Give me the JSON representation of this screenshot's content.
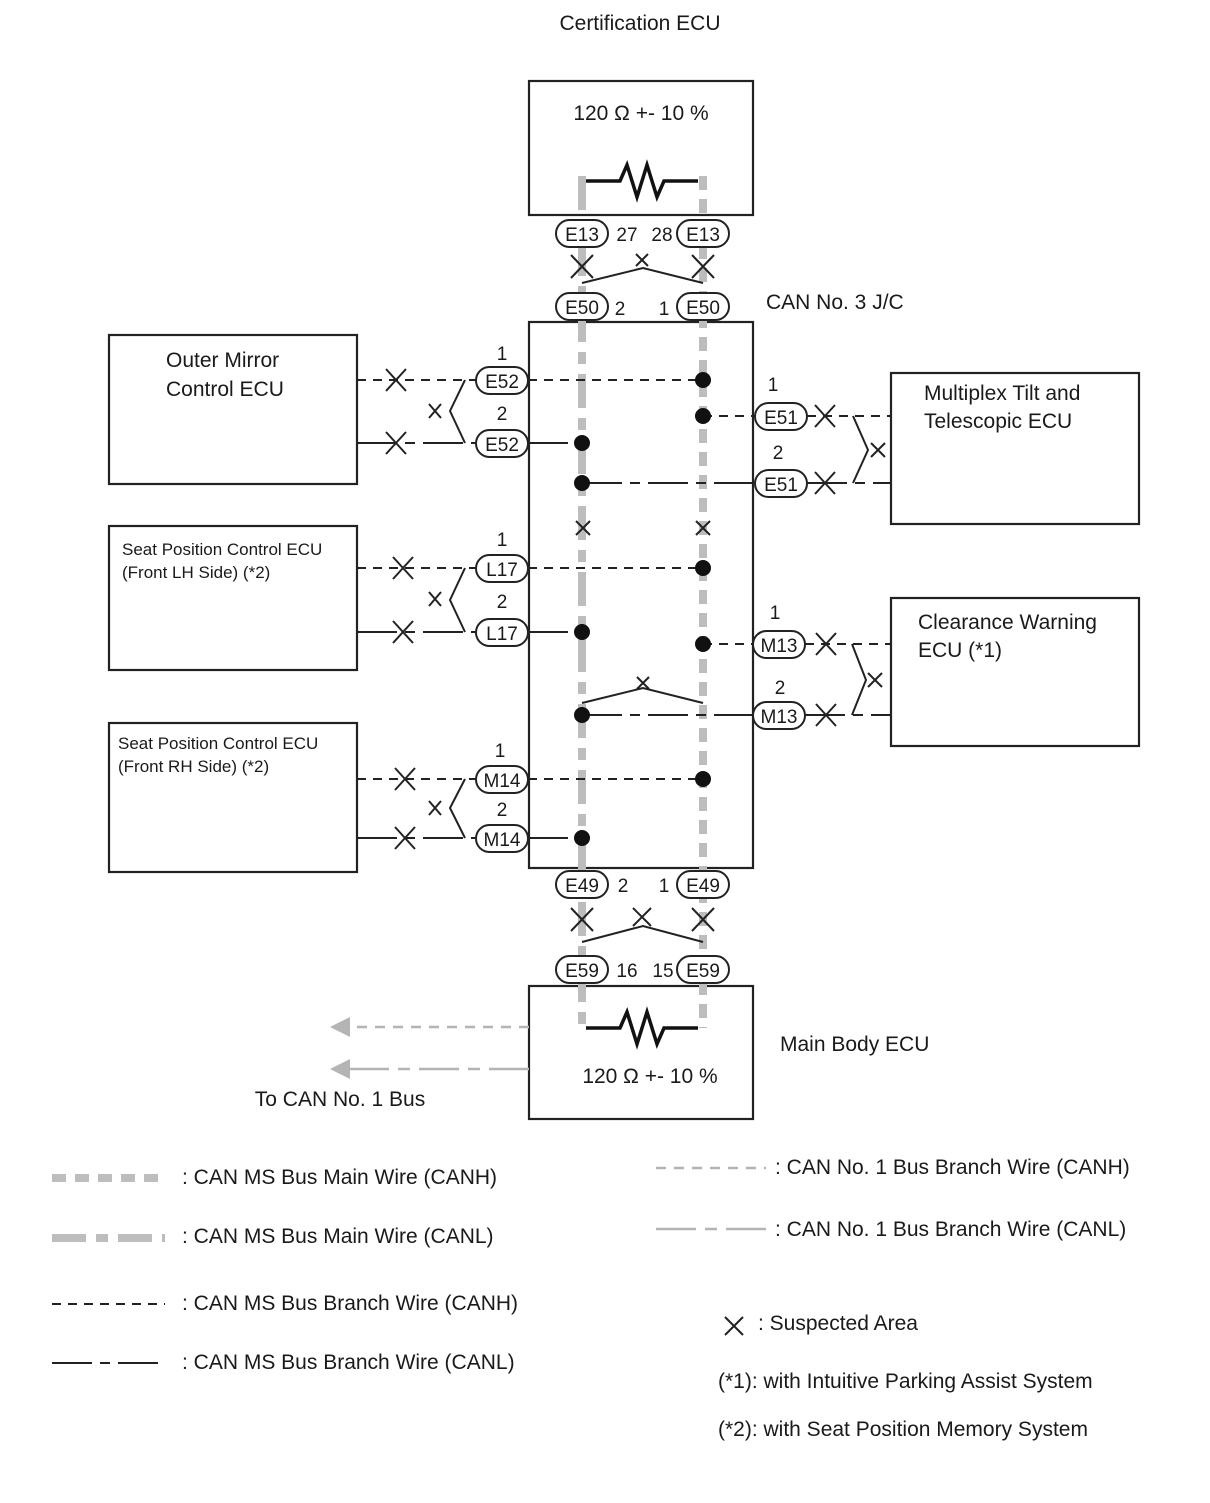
{
  "diagram": {
    "certification_ecu": {
      "title": "Certification ECU",
      "resistance": "120 Ω +- 10 %",
      "conn_left": "E13",
      "conn_right": "E13",
      "pin_left": "27",
      "pin_right": "28"
    },
    "junction": {
      "title": "CAN No. 3 J/C",
      "top_conn_left": "E50",
      "top_conn_right": "E50",
      "top_pin_left": "2",
      "top_pin_right": "1",
      "bottom_conn_left": "E49",
      "bottom_conn_right": "E49",
      "bottom_pin_left": "2",
      "bottom_pin_right": "1"
    },
    "main_body_ecu": {
      "title": "Main Body ECU",
      "resistance": "120 Ω +- 10 %",
      "conn_left": "E59",
      "conn_right": "E59",
      "pin_left": "16",
      "pin_right": "15",
      "to_bus": "To CAN No. 1 Bus"
    },
    "outer_mirror": {
      "line1": "Outer Mirror",
      "line2": "Control ECU",
      "conn_h": "E52",
      "conn_l": "E52",
      "pin_h": "1",
      "pin_l": "2"
    },
    "seat_lh": {
      "line1": "Seat Position Control ECU",
      "line2": "(Front LH Side) (*2)",
      "conn_h": "L17",
      "conn_l": "L17",
      "pin_h": "1",
      "pin_l": "2"
    },
    "seat_rh": {
      "line1": "Seat Position Control ECU",
      "line2": "(Front RH Side) (*2)",
      "conn_h": "M14",
      "conn_l": "M14",
      "pin_h": "1",
      "pin_l": "2"
    },
    "multiplex_tilt": {
      "line1": "Multiplex Tilt and",
      "line2": "Telescopic ECU",
      "conn_h": "E51",
      "conn_l": "E51",
      "pin_h": "1",
      "pin_l": "2"
    },
    "clearance_warning": {
      "line1": "Clearance Warning",
      "line2": "ECU (*1)",
      "conn_h": "M13",
      "conn_l": "M13",
      "pin_h": "1",
      "pin_l": "2"
    }
  },
  "legend": {
    "main_canh": ": CAN MS Bus Main Wire (CANH)",
    "main_canl": ": CAN MS Bus Main Wire (CANL)",
    "branch_canh": ": CAN MS Bus Branch Wire (CANH)",
    "branch_canl": ": CAN MS Bus Branch Wire (CANL)",
    "bus1_canh": ": CAN No. 1 Bus Branch Wire (CANH)",
    "bus1_canl": ": CAN No. 1 Bus Branch Wire (CANL)",
    "suspected": ": Suspected Area",
    "note1": "(*1): with Intuitive Parking Assist System",
    "note2": "(*2): with Seat Position Memory System"
  }
}
